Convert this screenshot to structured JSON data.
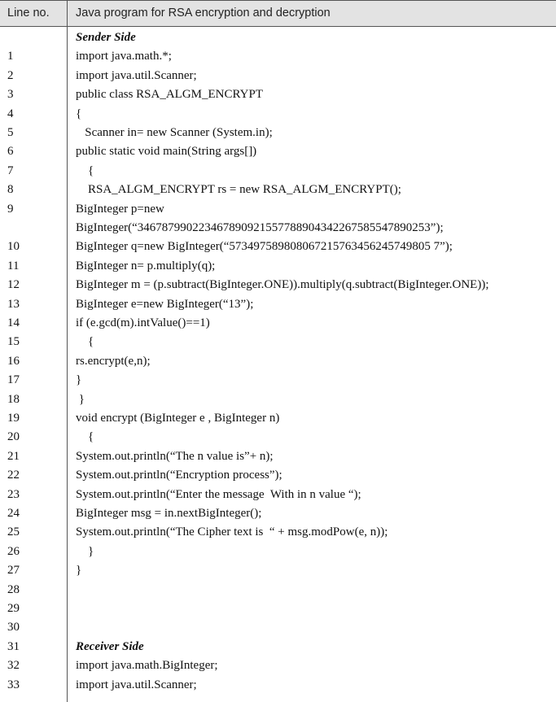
{
  "header": {
    "col_line": "Line no.",
    "col_program": "Java program for RSA encryption and decryption"
  },
  "rows": [
    {
      "num": "",
      "code": "Sender Side",
      "section": true
    },
    {
      "num": "1",
      "code": "import java.math.*;"
    },
    {
      "num": "2",
      "code": "import java.util.Scanner;"
    },
    {
      "num": "3",
      "code": "public class RSA_ALGM_ENCRYPT"
    },
    {
      "num": "4",
      "code": "{"
    },
    {
      "num": "5",
      "code": "   Scanner in= new Scanner (System.in);"
    },
    {
      "num": "6",
      "code": "public static void main(String args[])"
    },
    {
      "num": "7",
      "code": "    {"
    },
    {
      "num": "8",
      "code": "    RSA_ALGM_ENCRYPT rs = new RSA_ALGM_ENCRYPT();"
    },
    {
      "num": "9",
      "code": "BigInteger p=new\nBigInteger(“346787990223467890921557788904342267585547890253”);"
    },
    {
      "num": "10",
      "code": "BigInteger q=new BigInteger(“573497589808067215763456245749805 7”);"
    },
    {
      "num": "11",
      "code": "BigInteger n= p.multiply(q);"
    },
    {
      "num": "12",
      "code": "BigInteger m = (p.subtract(BigInteger.ONE)).multiply(q.subtract(BigInteger.ONE));"
    },
    {
      "num": "13",
      "code": "BigInteger e=new BigInteger(“13”);"
    },
    {
      "num": "14",
      "code": "if (e.gcd(m).intValue()==1)"
    },
    {
      "num": "15",
      "code": "    {"
    },
    {
      "num": "16",
      "code": "rs.encrypt(e,n);"
    },
    {
      "num": "17",
      "code": "}"
    },
    {
      "num": "18",
      "code": " }"
    },
    {
      "num": "19",
      "code": "void encrypt (BigInteger e , BigInteger n)"
    },
    {
      "num": "20",
      "code": "    {"
    },
    {
      "num": "21",
      "code": "System.out.println(“The n value is”+ n);"
    },
    {
      "num": "22",
      "code": "System.out.println(“Encryption process”);"
    },
    {
      "num": "23",
      "code": "System.out.println(“Enter the message  With in n value “);"
    },
    {
      "num": "24",
      "code": "BigInteger msg = in.nextBigInteger();"
    },
    {
      "num": "25",
      "code": "System.out.println(“The Cipher text is  “ + msg.modPow(e, n));"
    },
    {
      "num": "26",
      "code": "    }"
    },
    {
      "num": "27",
      "code": "}"
    },
    {
      "num": "28",
      "code": ""
    },
    {
      "num": "29",
      "code": ""
    },
    {
      "num": "30",
      "code": ""
    },
    {
      "num": "",
      "code": "Receiver Side",
      "section": true,
      "inline_num": "31"
    },
    {
      "num": "32",
      "code": "import java.math.BigInteger;"
    },
    {
      "num": "33",
      "code": "import java.util.Scanner;"
    }
  ]
}
